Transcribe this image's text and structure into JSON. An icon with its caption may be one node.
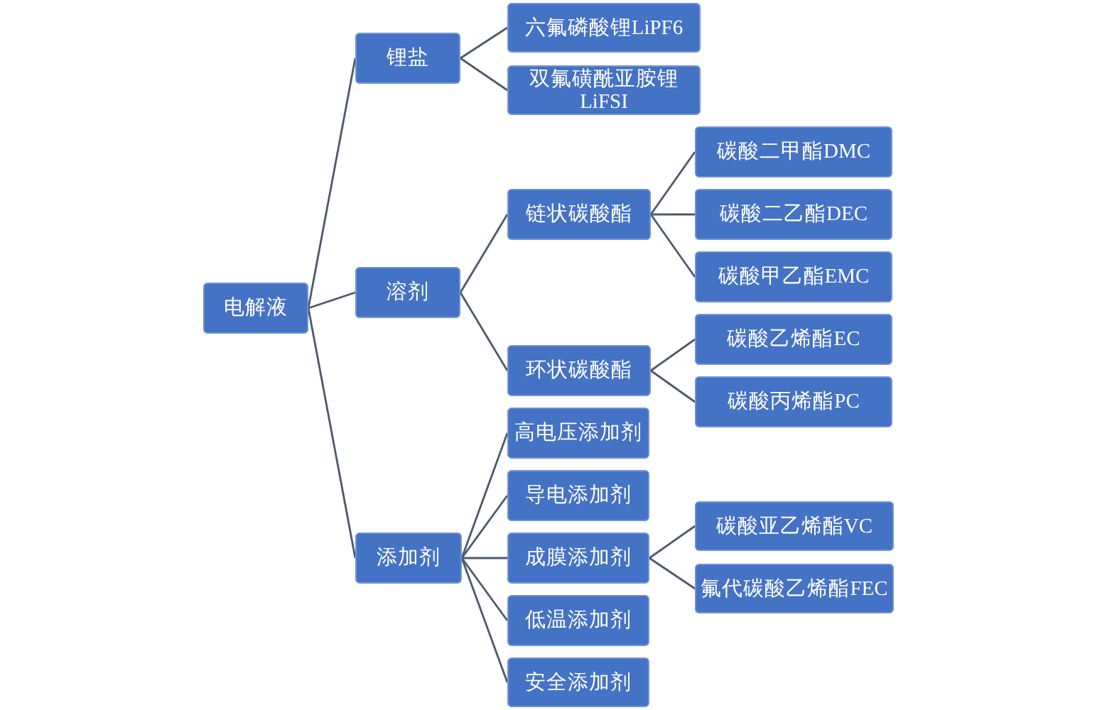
{
  "diagram": {
    "nodes": [
      {
        "text": [
          "电解液"
        ]
      },
      {
        "text": [
          "锂盐"
        ]
      },
      {
        "text": [
          "溶剂"
        ]
      },
      {
        "text": [
          "添加剂"
        ]
      },
      {
        "text": [
          "六氟磷酸锂LiPF6"
        ]
      },
      {
        "text": [
          "双氟磺酰亚胺锂LiFSI"
        ]
      },
      {
        "text": [
          "链状碳酸酯"
        ]
      },
      {
        "text": [
          "环状碳酸酯"
        ]
      },
      {
        "text": [
          "碳酸二甲酯DMC"
        ]
      },
      {
        "text": [
          "碳酸二乙酯DEC"
        ]
      },
      {
        "text": [
          "碳酸甲乙酯EMC"
        ]
      },
      {
        "text": [
          "碳酸乙烯酯EC"
        ]
      },
      {
        "text": [
          "碳酸丙烯酯PC"
        ]
      },
      {
        "text": [
          "高电压添加剂"
        ]
      },
      {
        "text": [
          "导电添加剂"
        ]
      },
      {
        "text": [
          "成膜添加剂"
        ]
      },
      {
        "text": [
          "低温添加剂"
        ]
      },
      {
        "text": [
          "安全添加剂"
        ]
      },
      {
        "text": [
          "碳酸亚乙烯酯VC"
        ]
      },
      {
        "text": [
          "氟代碳酸乙烯酯FEC"
        ]
      }
    ],
    "edges": [
      {
        "from": 0,
        "to": 1,
        "arrow": "none"
      },
      {
        "from": 0,
        "to": 2,
        "arrow": "none"
      },
      {
        "from": 0,
        "to": 3,
        "arrow": "none"
      },
      {
        "from": 1,
        "to": 4,
        "arrow": "none"
      },
      {
        "from": 1,
        "to": 5,
        "arrow": "none"
      },
      {
        "from": 2,
        "to": 6,
        "arrow": "none"
      },
      {
        "from": 2,
        "to": 7,
        "arrow": "none"
      },
      {
        "from": 6,
        "to": 8,
        "arrow": "none"
      },
      {
        "from": 6,
        "to": 9,
        "arrow": "none"
      },
      {
        "from": 6,
        "to": 10,
        "arrow": "none"
      },
      {
        "from": 7,
        "to": 11,
        "arrow": "none"
      },
      {
        "from": 7,
        "to": 12,
        "arrow": "none"
      },
      {
        "from": 3,
        "to": 13,
        "arrow": "none"
      },
      {
        "from": 3,
        "to": 14,
        "arrow": "none"
      },
      {
        "from": 3,
        "to": 15,
        "arrow": "none"
      },
      {
        "from": 3,
        "to": 16,
        "arrow": "none"
      },
      {
        "from": 3,
        "to": 17,
        "arrow": "none"
      },
      {
        "from": 15,
        "to": 18,
        "arrow": "none"
      },
      {
        "from": 15,
        "to": 19,
        "arrow": "none"
      }
    ]
  }
}
